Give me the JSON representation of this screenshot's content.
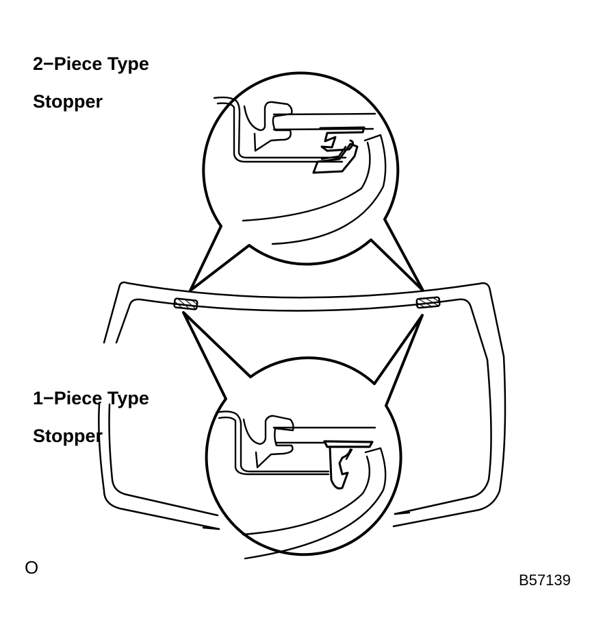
{
  "diagram": {
    "callouts": [
      {
        "type_label": "2−Piece Type",
        "part_label": "Stopper"
      },
      {
        "type_label": "1−Piece Type",
        "part_label": "Stopper"
      }
    ],
    "corner_mark": "O",
    "figure_code": "B57139",
    "colors": {
      "line": "#000000",
      "background": "#ffffff"
    }
  }
}
